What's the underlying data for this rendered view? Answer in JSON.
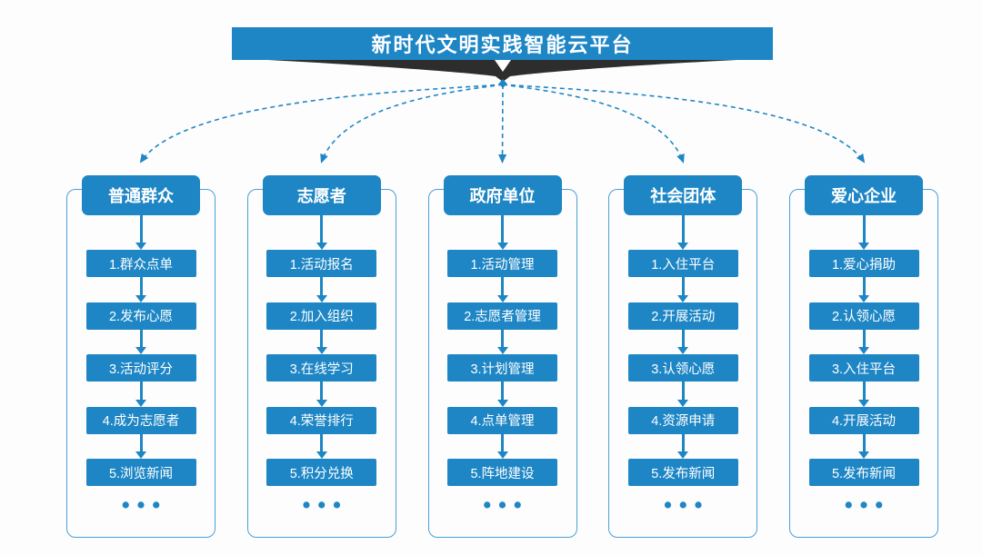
{
  "title": "新时代文明实践智能云平台",
  "colors": {
    "primary": "#1e86c5",
    "arrow_blue": "#1e86c5",
    "outline_blue": "#4aa0d8",
    "swoosh_dark": "#2d2d2d",
    "background": "#fdfdfd",
    "text_on_primary": "#ffffff"
  },
  "icons": {
    "down_triangle": "▼",
    "dashed_arrow": "curved dashed connector with arrowhead",
    "ellipsis": "•••"
  },
  "columns": [
    {
      "header": "普通群众",
      "steps": [
        "1.群众点单",
        "2.发布心愿",
        "3.活动评分",
        "4.成为志愿者",
        "5.浏览新闻"
      ],
      "more_label": "•••"
    },
    {
      "header": "志愿者",
      "steps": [
        "1.活动报名",
        "2.加入组织",
        "3.在线学习",
        "4.荣誉排行",
        "5.积分兑换"
      ],
      "more_label": "•••"
    },
    {
      "header": "政府单位",
      "steps": [
        "1.活动管理",
        "2.志愿者管理",
        "3.计划管理",
        "4.点单管理",
        "5.阵地建设"
      ],
      "more_label": "•••"
    },
    {
      "header": "社会团体",
      "steps": [
        "1.入住平台",
        "2.开展活动",
        "3.认领心愿",
        "4.资源申请",
        "5.发布新闻"
      ],
      "more_label": "•••"
    },
    {
      "header": "爱心企业",
      "steps": [
        "1.爱心捐助",
        "2.认领心愿",
        "3.入住平台",
        "4.开展活动",
        "5.发布新闻"
      ],
      "more_label": "•••"
    }
  ]
}
